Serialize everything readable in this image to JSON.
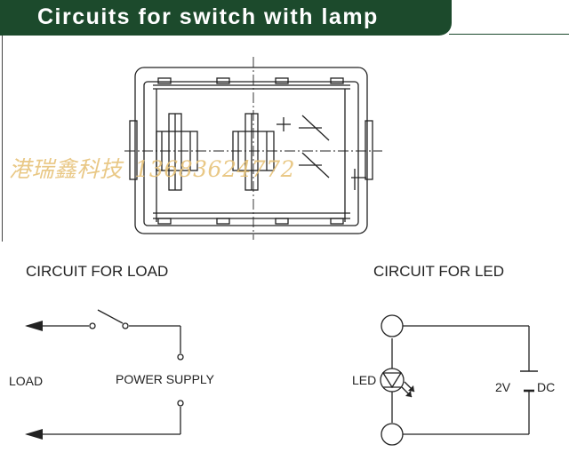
{
  "header": {
    "title": "Circuits for switch with lamp"
  },
  "watermark": {
    "company": "港瑞鑫科技",
    "phone": "13683624772"
  },
  "load_circuit": {
    "title": "CIRCUIT FOR LOAD",
    "load_label": "LOAD",
    "supply_label": "POWER SUPPLY"
  },
  "led_circuit": {
    "title": "CIRCUIT FOR LED",
    "led_label": "LED",
    "voltage_label": "2V",
    "dc_label": "DC"
  },
  "colors": {
    "header_bg": "#1c4a2c",
    "header_text": "#ffffff",
    "watermark": "#e7c37a",
    "line": "#222222"
  }
}
